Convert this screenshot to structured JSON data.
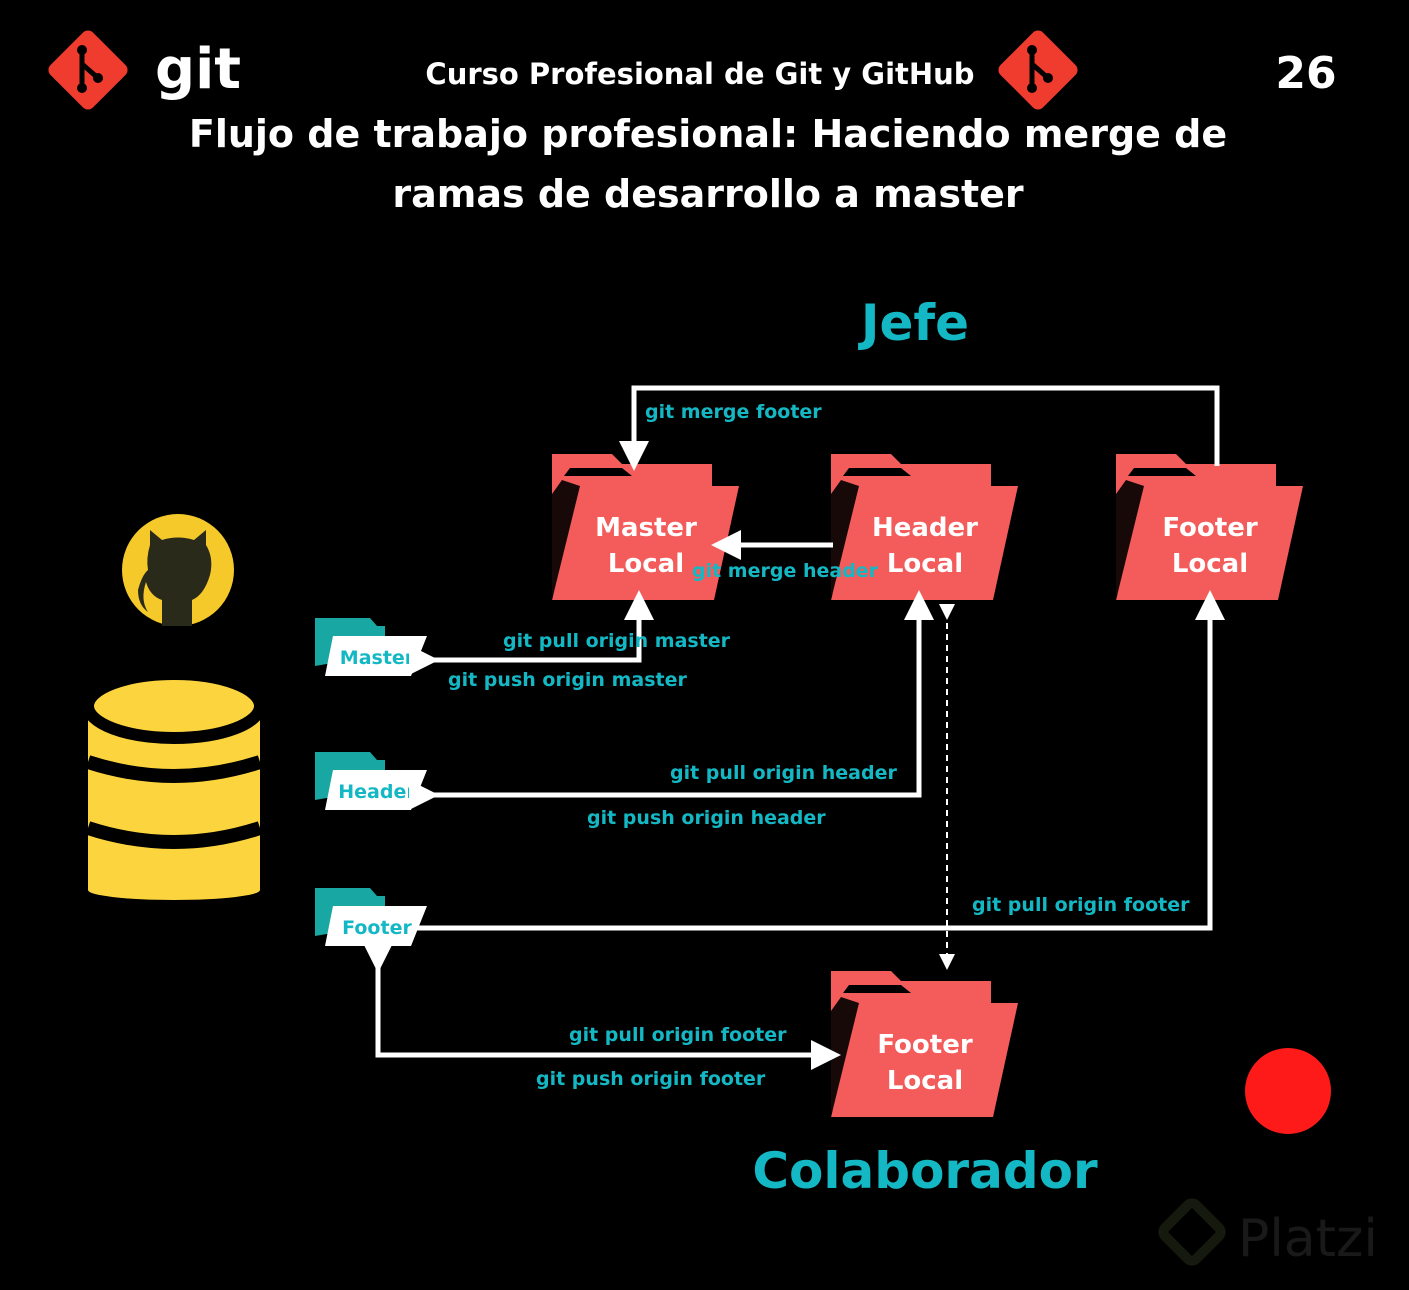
{
  "header": {
    "logo_text": "git",
    "course_title": "Curso Profesional de Git y GitHub",
    "slide_number": "26",
    "title_line1": "Flujo de trabajo profesional: Haciendo merge de",
    "title_line2": "ramas de desarrollo a master"
  },
  "roles": {
    "boss": "Jefe",
    "collaborator": "Colaborador"
  },
  "local_folders": {
    "master": {
      "line1": "Master",
      "line2": "Local"
    },
    "header": {
      "line1": "Header",
      "line2": "Local"
    },
    "footer": {
      "line1": "Footer",
      "line2": "Local"
    },
    "collab_footer": {
      "line1": "Footer",
      "line2": "Local"
    }
  },
  "remote_branches": {
    "master": "Master",
    "header": "Header",
    "footer": "Footer"
  },
  "commands": {
    "merge_footer": "git merge footer",
    "merge_header": "git merge header",
    "pull_master": "git pull origin master",
    "push_master": "git push origin master",
    "pull_header": "git pull origin header",
    "push_header": "git push origin header",
    "pull_footer_boss": "git pull origin footer",
    "pull_footer_collab": "git pull origin footer",
    "push_footer_collab": "git push origin footer"
  },
  "watermarks": {
    "platzi": "Platzi"
  },
  "colors": {
    "background": "#000000",
    "git_red": "#f03c2e",
    "folder_red": "#f45b5b",
    "teal": "#14b8c4",
    "db_yellow": "#fcd43e",
    "github_yellow": "#f5c92a",
    "record_dot": "#ff1a1a"
  },
  "icons": [
    "git-logo-icon",
    "github-octocat-icon",
    "database-icon",
    "folder-icon",
    "record-dot-icon"
  ]
}
